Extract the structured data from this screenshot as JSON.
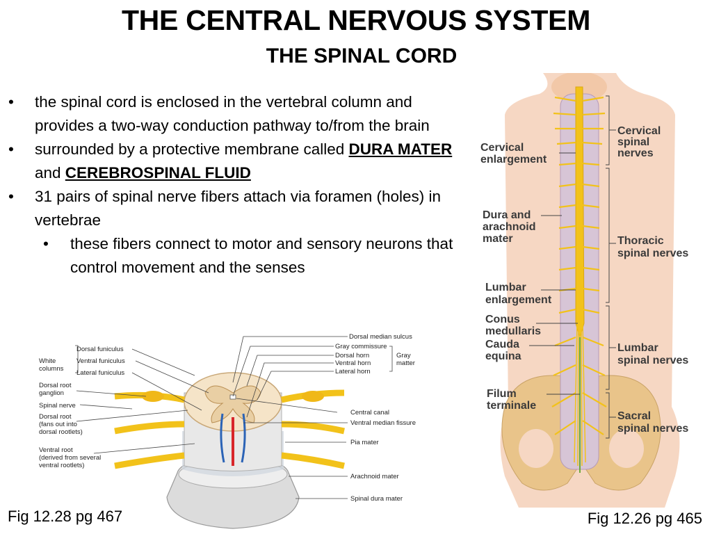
{
  "slide": {
    "title": "THE CENTRAL NERVOUS SYSTEM",
    "subtitle": "THE SPINAL CORD"
  },
  "bullets": [
    {
      "text": "the spinal cord is enclosed in the vertebral column and provides a two-way conduction pathway to/from the brain"
    },
    {
      "pre": "surrounded by a protective membrane called ",
      "em1": "DURA MATER",
      "mid": " and ",
      "em2": "CEREBROSPINAL FLUID"
    },
    {
      "text": "31 pairs of spinal nerve fibers attach via foramen (holes) in vertebrae"
    }
  ],
  "sub_bullet": "these fibers connect to motor and sensory neurons that control movement and the senses",
  "bullet_glyph": "•",
  "figure_cross_section": {
    "caption": "Fig 12.28 pg 467",
    "labels_left": {
      "white_columns": [
        "White",
        "columns"
      ],
      "dorsal_funiculus": "Dorsal funiculus",
      "ventral_funiculus": "Ventral funiculus",
      "lateral_funiculus": "Lateral funiculus",
      "dorsal_root_ganglion": [
        "Dorsal root",
        "ganglion"
      ],
      "spinal_nerve": "Spinal nerve",
      "dorsal_root": [
        "Dorsal root",
        "(fans out into",
        "dorsal rootlets)"
      ],
      "ventral_root": [
        "Ventral root",
        "(derived from several",
        "ventral rootlets)"
      ]
    },
    "labels_right": {
      "dorsal_median_sulcus": "Dorsal median sulcus",
      "gray_commissure": "Gray commissure",
      "dorsal_horn": "Dorsal horn",
      "ventral_horn": "Ventral horn",
      "lateral_horn": "Lateral horn",
      "gray_matter": [
        "Gray",
        "matter"
      ],
      "central_canal": "Central canal",
      "ventral_median_fissure": "Ventral median fissure",
      "pia_mater": "Pia mater",
      "arachnoid_mater": "Arachnoid mater",
      "spinal_dura_mater": "Spinal dura mater"
    }
  },
  "figure_spinal_nerves": {
    "caption": "Fig 12.26 pg 465",
    "labels_left": {
      "cervical_enlargement": [
        "Cervical",
        "enlargement"
      ],
      "dura_arachnoid": [
        "Dura and",
        "arachnoid",
        "mater"
      ],
      "lumbar_enlargement": [
        "Lumbar",
        "enlargement"
      ],
      "conus_medullaris": [
        "Conus",
        "medullaris"
      ],
      "cauda_equina": [
        "Cauda",
        "equina"
      ],
      "filum_terminale": [
        "Filum",
        "terminale"
      ]
    },
    "labels_right": {
      "cervical_nerves": [
        "Cervical",
        "spinal",
        "nerves"
      ],
      "thoracic_nerves": [
        "Thoracic",
        "spinal nerves"
      ],
      "lumbar_nerves": [
        "Lumbar",
        "spinal nerves"
      ],
      "sacral_nerves": [
        "Sacral",
        "spinal nerves"
      ]
    }
  },
  "colors": {
    "nerve_yellow": "#f2c21a",
    "skin": "#f6d7c3",
    "bone": "#e9c48a",
    "gray_matter": "#f3e2c9",
    "artery_red": "#d8262b",
    "vein_blue": "#2b63b6"
  }
}
